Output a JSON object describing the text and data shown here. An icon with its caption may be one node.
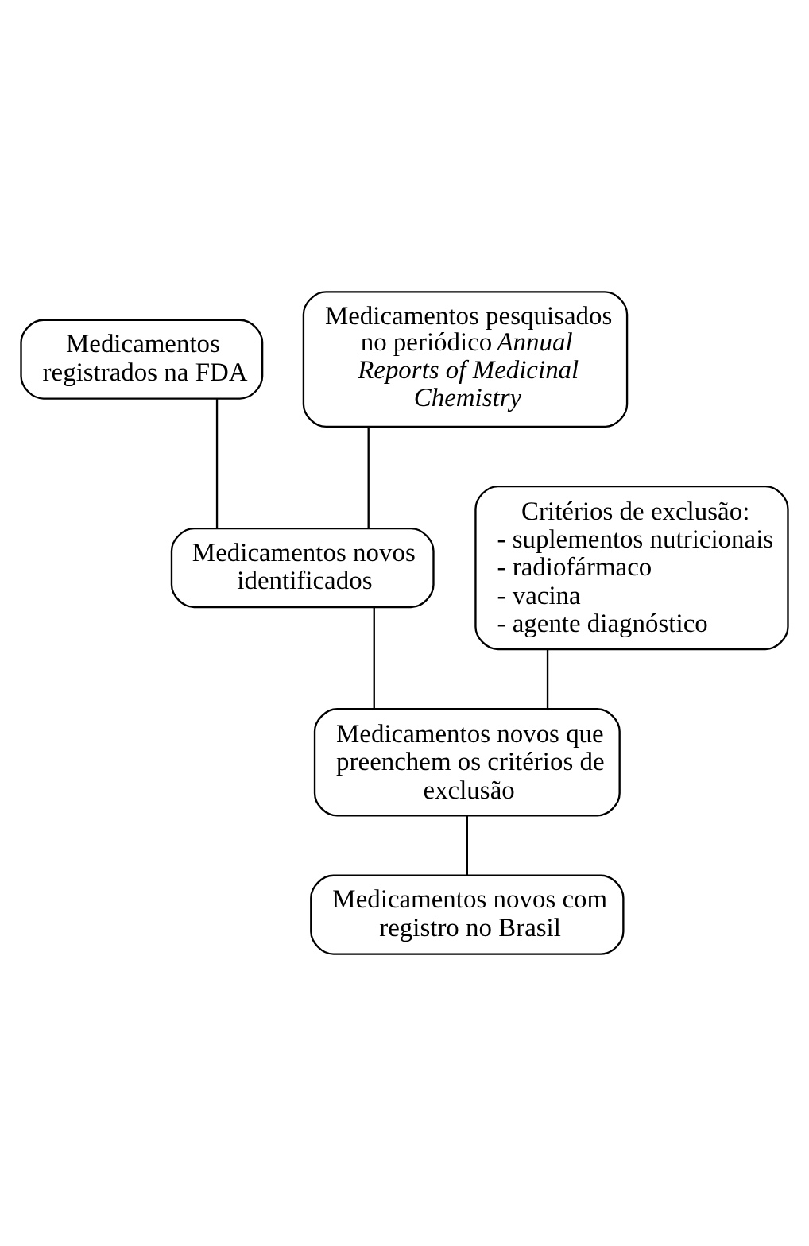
{
  "diagram": {
    "nodes": [
      {
        "text": [
          "Medicamentos registrados na FDA"
        ]
      },
      {
        "text": [
          "Medicamentos pesquisados no periódico *Annual Reports of Medicinal Chemistry*"
        ]
      },
      {
        "text": [
          "Medicamentos novos identificados"
        ]
      },
      {
        "text": [
          "Critérios de exclusão:",
          "- suplementos nutricionais",
          "- radiofármaco",
          "- vacina",
          "- agente diagnóstico"
        ]
      },
      {
        "text": [
          "Medicamentos novos que preenchem os critérios de exclusão"
        ]
      },
      {
        "text": [
          "Medicamentos novos com registro no Brasil"
        ]
      }
    ],
    "edges": [
      {
        "from": 0,
        "to": 2,
        "arrow": "none"
      },
      {
        "from": 1,
        "to": 2,
        "arrow": "none"
      },
      {
        "from": 2,
        "to": 4,
        "arrow": "none"
      },
      {
        "from": 3,
        "to": 4,
        "arrow": "none"
      },
      {
        "from": 4,
        "to": 5,
        "arrow": "none"
      }
    ]
  }
}
